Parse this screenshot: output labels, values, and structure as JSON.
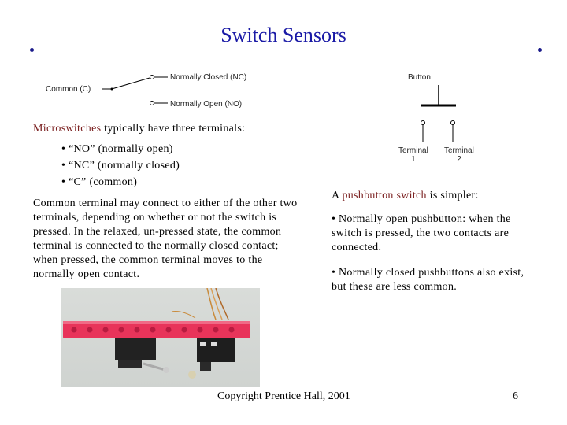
{
  "slide": {
    "title": "Switch Sensors",
    "footer": "Copyright Prentice Hall, 2001",
    "page_number": "6"
  },
  "diagram_micro": {
    "common_label": "Common (C)",
    "nc_label": "Normally Closed (NC)",
    "no_label": "Normally Open (NO)"
  },
  "diagram_push": {
    "button_label": "Button",
    "terminal1_label": "Terminal\n1",
    "terminal2_label": "Terminal\n2"
  },
  "left_text": {
    "intro_bold": "Microswitches",
    "intro_rest": " typically have three terminals:",
    "bullets": [
      "• “NO” (normally open)",
      "• “NC” (normally closed)",
      "• “C” (common)"
    ],
    "paragraph": "Common terminal may connect to either of the other two terminals, depending on whether or not the switch is pressed. In the relaxed, un-pressed state, the common terminal is connected to the normally closed contact; when pressed, the common terminal moves to the normally open contact."
  },
  "right_text": {
    "intro_prefix": "A ",
    "intro_bold": "pushbutton switch",
    "intro_suffix": " is simpler:",
    "bullet1": "• Normally open pushbutton: when the switch is pressed, the two contacts are connected.",
    "bullet2": "• Normally closed pushbuttons also exist, but these are less common."
  }
}
